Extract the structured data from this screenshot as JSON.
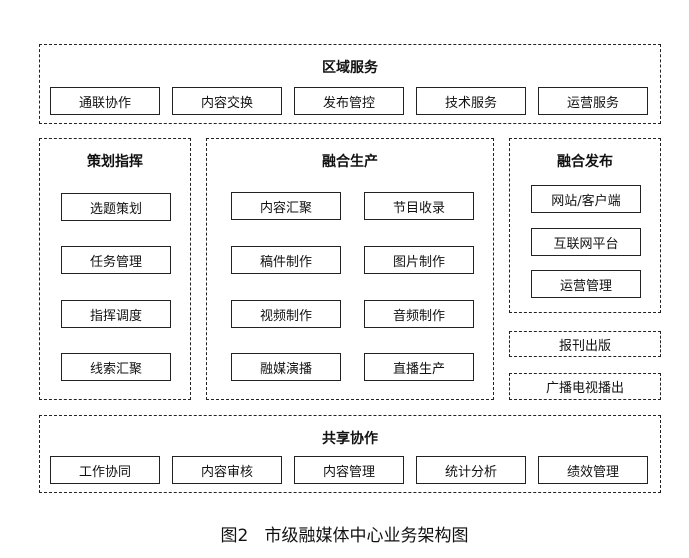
{
  "diagram": {
    "regional": {
      "title": "区域服务",
      "items": [
        "通联协作",
        "内容交换",
        "发布管控",
        "技术服务",
        "运营服务"
      ]
    },
    "planning": {
      "title": "策划指挥",
      "items": [
        "选题策划",
        "任务管理",
        "指挥调度",
        "线索汇聚"
      ]
    },
    "production": {
      "title": "融合生产",
      "items": [
        "内容汇聚",
        "节目收录",
        "稿件制作",
        "图片制作",
        "视频制作",
        "音频制作",
        "融媒演播",
        "直播生产"
      ]
    },
    "publishing": {
      "title": "融合发布",
      "items": [
        "网站/客户端",
        "互联网平台",
        "运营管理"
      ]
    },
    "newspaper": "报刊出版",
    "broadcast": "广播电视播出",
    "shared": {
      "title": "共享协作",
      "items": [
        "工作协同",
        "内容审核",
        "内容管理",
        "统计分析",
        "绩效管理"
      ]
    }
  },
  "caption": {
    "figure_label": "图2",
    "text": "市级融媒体中心业务架构图"
  }
}
